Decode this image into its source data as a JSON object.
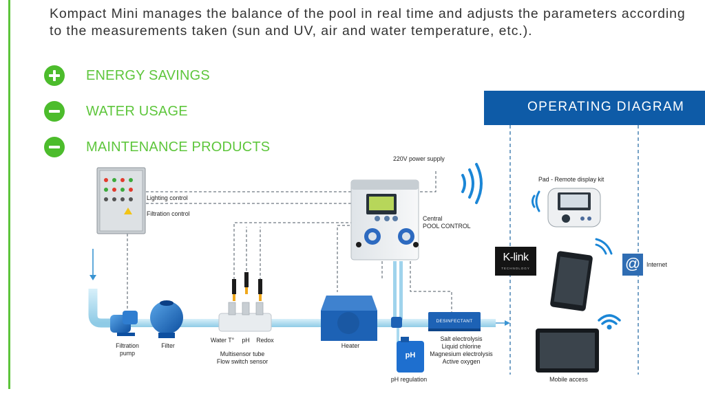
{
  "intro_text": "Kompact Mini manages the balance of the pool in real time and adjusts the parameters according to the measurements taken (sun and UV, air and water temperature, etc.).",
  "benefits": [
    {
      "label": "ENERGY SAVINGS",
      "icon": "plus-circle-icon"
    },
    {
      "label": "WATER USAGE",
      "icon": "minus-circle-icon"
    },
    {
      "label": "MAINTENANCE PRODUCTS",
      "icon": "minus-circle-icon"
    }
  ],
  "banner": {
    "title": "OPERATING DIAGRAM"
  },
  "labels": {
    "power_supply": "220V power supply",
    "lighting_control": "Lighting control",
    "filtration_control": "Filtration control",
    "central_line1": "Central",
    "central_line2": "POOL CONTROL",
    "pad": "Pad - Remote display kit",
    "internet": "Internet",
    "mobile_access": "Mobile access",
    "filtration_pump_line1": "Filtration",
    "filtration_pump_line2": "pump",
    "filter": "Filter",
    "water_t": "Water T°",
    "ph": "pH",
    "redox": "Redox",
    "multisensor_line1": "Multisensor tube",
    "multisensor_line2": "Flow switch sensor",
    "heater": "Heater",
    "ph_regulation": "pH regulation",
    "ph_can": "pH",
    "disinfectant_box": "DESINFECTANT",
    "disinfectant_options": [
      "Salt electrolysis",
      "Liquid chlorine",
      "Magnesium electrolysis",
      "Active oxygen"
    ],
    "klink_logo": "K-link",
    "klink_sub": "TECHNOLOGY",
    "internet_logo": "@"
  },
  "colors": {
    "green": "#5ec63c",
    "banner_blue": "#0e5ba7",
    "pipe_blue": "#a9d9ef",
    "dash_blue": "#2c6fa8",
    "wifi_blue": "#1b86d6"
  }
}
